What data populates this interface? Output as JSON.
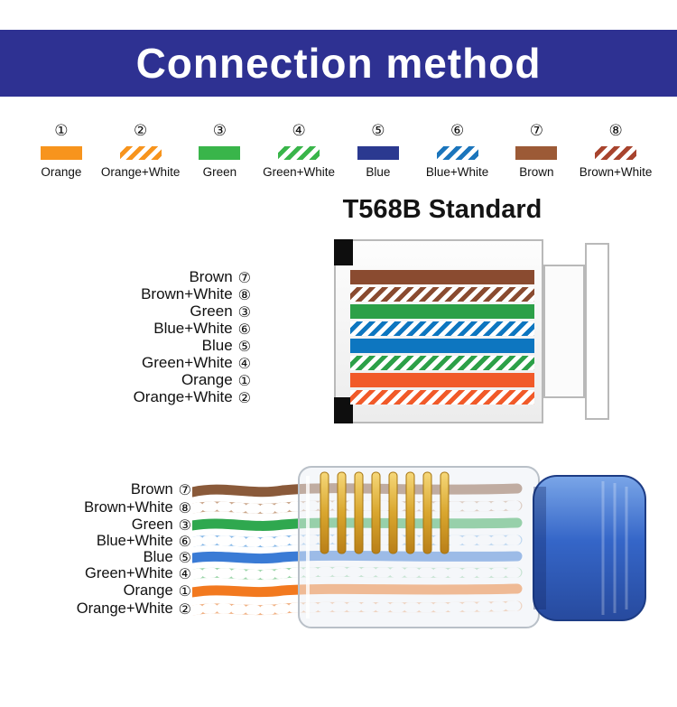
{
  "header": {
    "title": "Connection method",
    "banner_color": "#2e3192"
  },
  "legend": {
    "items": [
      {
        "num": "①",
        "label": "Orange",
        "color": "#f7941d",
        "striped": false
      },
      {
        "num": "②",
        "label": "Orange+White",
        "color": "#f7941d",
        "striped": true
      },
      {
        "num": "③",
        "label": "Green",
        "color": "#39b54a",
        "striped": false
      },
      {
        "num": "④",
        "label": "Green+White",
        "color": "#39b54a",
        "striped": true
      },
      {
        "num": "⑤",
        "label": "Blue",
        "color": "#2b3990",
        "striped": false
      },
      {
        "num": "⑥",
        "label": "Blue+White",
        "color": "#1b75bc",
        "striped": true
      },
      {
        "num": "⑦",
        "label": "Brown",
        "color": "#9c5a36",
        "striped": false
      },
      {
        "num": "⑧",
        "label": "Brown+White",
        "color": "#a8442e",
        "striped": true
      }
    ]
  },
  "diagram": {
    "title": "T568B Standard",
    "rows": [
      {
        "num": "⑦",
        "label": "Brown",
        "color": "#8a4b30",
        "striped": false
      },
      {
        "num": "⑧",
        "label": "Brown+White",
        "color": "#8a4b30",
        "striped": true
      },
      {
        "num": "③",
        "label": "Green",
        "color": "#2ca048",
        "striped": false
      },
      {
        "num": "⑥",
        "label": "Blue+White",
        "color": "#0d76c0",
        "striped": true
      },
      {
        "num": "⑤",
        "label": "Blue",
        "color": "#0d76c0",
        "striped": false
      },
      {
        "num": "④",
        "label": "Green+White",
        "color": "#2ca048",
        "striped": true
      },
      {
        "num": "①",
        "label": "Orange",
        "color": "#f15a29",
        "striped": false
      },
      {
        "num": "②",
        "label": "Orange+White",
        "color": "#f15a29",
        "striped": true
      }
    ]
  },
  "photo": {
    "rows": [
      {
        "num": "⑦",
        "label": "Brown",
        "color": "#8a5a3a",
        "striped": false
      },
      {
        "num": "⑧",
        "label": "Brown+White",
        "color": "#c9a488",
        "striped": true
      },
      {
        "num": "③",
        "label": "Green",
        "color": "#2fa84f",
        "striped": false
      },
      {
        "num": "⑥",
        "label": "Blue+White",
        "color": "#86b8e8",
        "striped": true
      },
      {
        "num": "⑤",
        "label": "Blue",
        "color": "#3a7bd5",
        "striped": false
      },
      {
        "num": "④",
        "label": "Green+White",
        "color": "#9ad4a8",
        "striped": true
      },
      {
        "num": "①",
        "label": "Orange",
        "color": "#f2791f",
        "striped": false
      },
      {
        "num": "②",
        "label": "Orange+White",
        "color": "#f0b184",
        "striped": true
      }
    ]
  }
}
